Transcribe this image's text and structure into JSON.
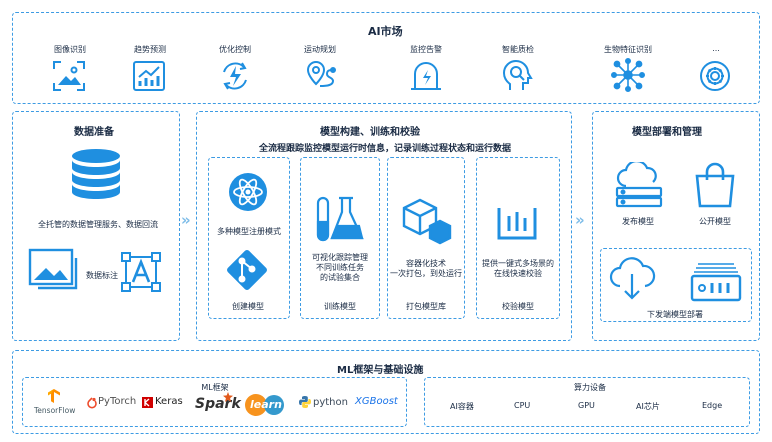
{
  "ai_market": {
    "title": "AI市场",
    "items": [
      {
        "label": "图像识别",
        "icon": "image-recognition-icon"
      },
      {
        "label": "趋势预测",
        "icon": "trend-chart-icon"
      },
      {
        "label": "优化控制",
        "icon": "optimization-bolt-icon"
      },
      {
        "label": "运动规划",
        "icon": "route-planning-icon"
      },
      {
        "label": "监控告警",
        "icon": "alarm-icon"
      },
      {
        "label": "智能质检",
        "icon": "smart-inspection-icon"
      },
      {
        "label": "生物特征识别",
        "icon": "network-node-icon"
      },
      {
        "label": "...",
        "icon": "gear-icon"
      }
    ]
  },
  "data_prep": {
    "title": "数据准备",
    "managed_desc": "全托管的数据管理服务、数据回流",
    "annotate_label": "数据标注"
  },
  "model_build": {
    "title": "模型构建、训练和校验",
    "subtitle": "全流程跟踪监控模型运行时信息，记录训练过程状态和运行数据",
    "register_label": "多种模型注册模式",
    "create_label": "创建模型",
    "tracking_desc": "可视化跟踪管理\n不同训练任务\n的试验集合",
    "train_label": "训练模型",
    "container_desc": "容器化技术\n一次打包，到处运行",
    "package_label": "打包模型库",
    "validate_desc": "提供一键式多场景的\n在线快速校验",
    "validate_label": "校验模型"
  },
  "deploy": {
    "title": "模型部署和管理",
    "publish_label": "发布模型",
    "public_label": "公开模型",
    "edge_deploy_label": "下发端模型部署"
  },
  "infra": {
    "title": "ML框架与基础设施",
    "frameworks_title": "ML框架",
    "frameworks": [
      "TensorFlow",
      "PyTorch",
      "Keras",
      "Spark",
      "learn",
      "python",
      "XGBoost"
    ],
    "compute_title": "算力设备",
    "compute": [
      "AI容器",
      "CPU",
      "GPU",
      "AI芯片",
      "Edge"
    ]
  },
  "colors": {
    "accent": "#1f8fe0",
    "dashed_border": "#3d9be3",
    "chevron": "#7fbde8",
    "text": "#1a2b44"
  }
}
